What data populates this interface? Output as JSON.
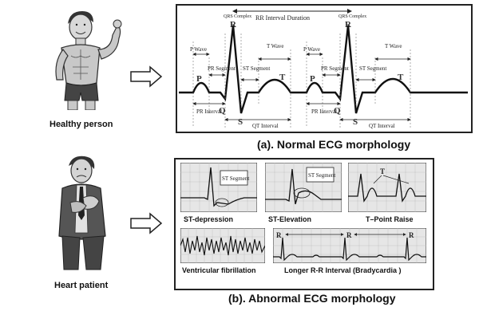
{
  "left": {
    "healthy_label": "Healthy person",
    "patient_label": "Heart patient"
  },
  "normal": {
    "caption": "(a). Normal ECG morphology",
    "rr_label": "RR Interval Duration",
    "labels": {
      "qrs": "QRS Complex",
      "p_wave": "P Wave",
      "pr_segment": "PR Segment",
      "st_segment": "ST Segment",
      "t_wave": "T Wave",
      "pr_interval": "PR Interval",
      "qt_interval": "QT Interval",
      "p": "P",
      "q": "Q",
      "r": "R",
      "s": "S",
      "t": "T"
    }
  },
  "abnormal": {
    "caption": "(b). Abnormal ECG morphology",
    "panels": {
      "st_depression": "ST-depression",
      "st_elevation": "ST-Elevation",
      "t_point_raise": "T–Point Raise",
      "vfib": "Ventricular fibrillation",
      "bradycardia": "Longer R-R Interval (Bradycardia )"
    },
    "callouts": {
      "st_segment": "ST Segment",
      "t": "T",
      "r": "R"
    }
  }
}
